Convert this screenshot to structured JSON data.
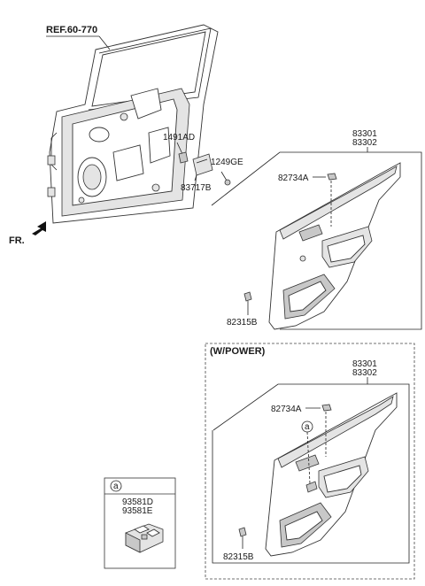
{
  "labels": {
    "ref": "REF.60-770",
    "fr": "FR.",
    "p1491ad": "1491AD",
    "p1249ge": "1249GE",
    "p83717b": "83717B",
    "p83301_top": "83301",
    "p83302_top": "83302",
    "p82734a_top": "82734A",
    "p82315b_top": "82315B",
    "wpower": "(W/POWER)",
    "p83301_bot": "83301",
    "p83302_bot": "83302",
    "p82734a_bot": "82734A",
    "p82315b_bot": "82315B",
    "callout_a_box": "a",
    "callout_a_panel": "a",
    "p93581d": "93581D",
    "p93581e": "93581E"
  }
}
